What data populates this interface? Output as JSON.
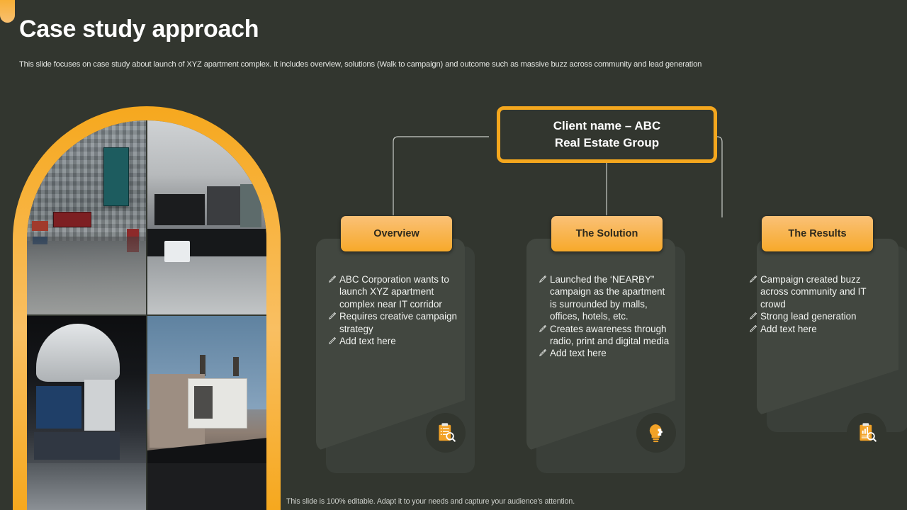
{
  "header": {
    "title": "Case study approach",
    "subtitle": "This slide focuses on case study about launch of XYZ  apartment complex. It includes overview, solutions (Walk to campaign) and outcome such as massive buzz across community and lead generation"
  },
  "client_box": {
    "line1": "Client name – ABC",
    "line2": "Real Estate Group"
  },
  "columns": [
    {
      "label": "Overview",
      "icon": "clipboard-search-icon",
      "bullets": [
        "ABC Corporation wants to launch XYZ  apartment complex near IT  corridor",
        "Requires creative campaign strategy",
        "Add text here"
      ]
    },
    {
      "label": "The Solution",
      "icon": "lightbulb-puzzle-icon",
      "bullets": [
        "Launched the ‘NEARBY” campaign as the apartment is surrounded by malls, offices, hotels, etc.",
        "Creates awareness through radio, print and digital media",
        "Add text here"
      ]
    },
    {
      "label": "The Results",
      "icon": "clipboard-chart-search-icon",
      "bullets": [
        "Campaign created buzz across community and IT  crowd",
        "Strong lead generation",
        "Add text here"
      ]
    }
  ],
  "collage": {
    "photo_1": "hong-kong-street-signage-photo",
    "photo_2": "piccadilly-billboards-bw-photo",
    "photo_3": "lancome-billboard-night-photo",
    "photo_4": "paradise-cottage-billboard-photo"
  },
  "footer": {
    "note": "This slide is 100% editable. Adapt it to your needs and capture your audience's attention."
  },
  "colors": {
    "background": "#32362f",
    "accent_orange": "#f4a71e",
    "accent_orange_light": "#fac177",
    "card_surface": "#424740",
    "card_shadow": "#3a3f39",
    "text_primary": "#ffffff",
    "connector_line": "#c9ccc7"
  }
}
